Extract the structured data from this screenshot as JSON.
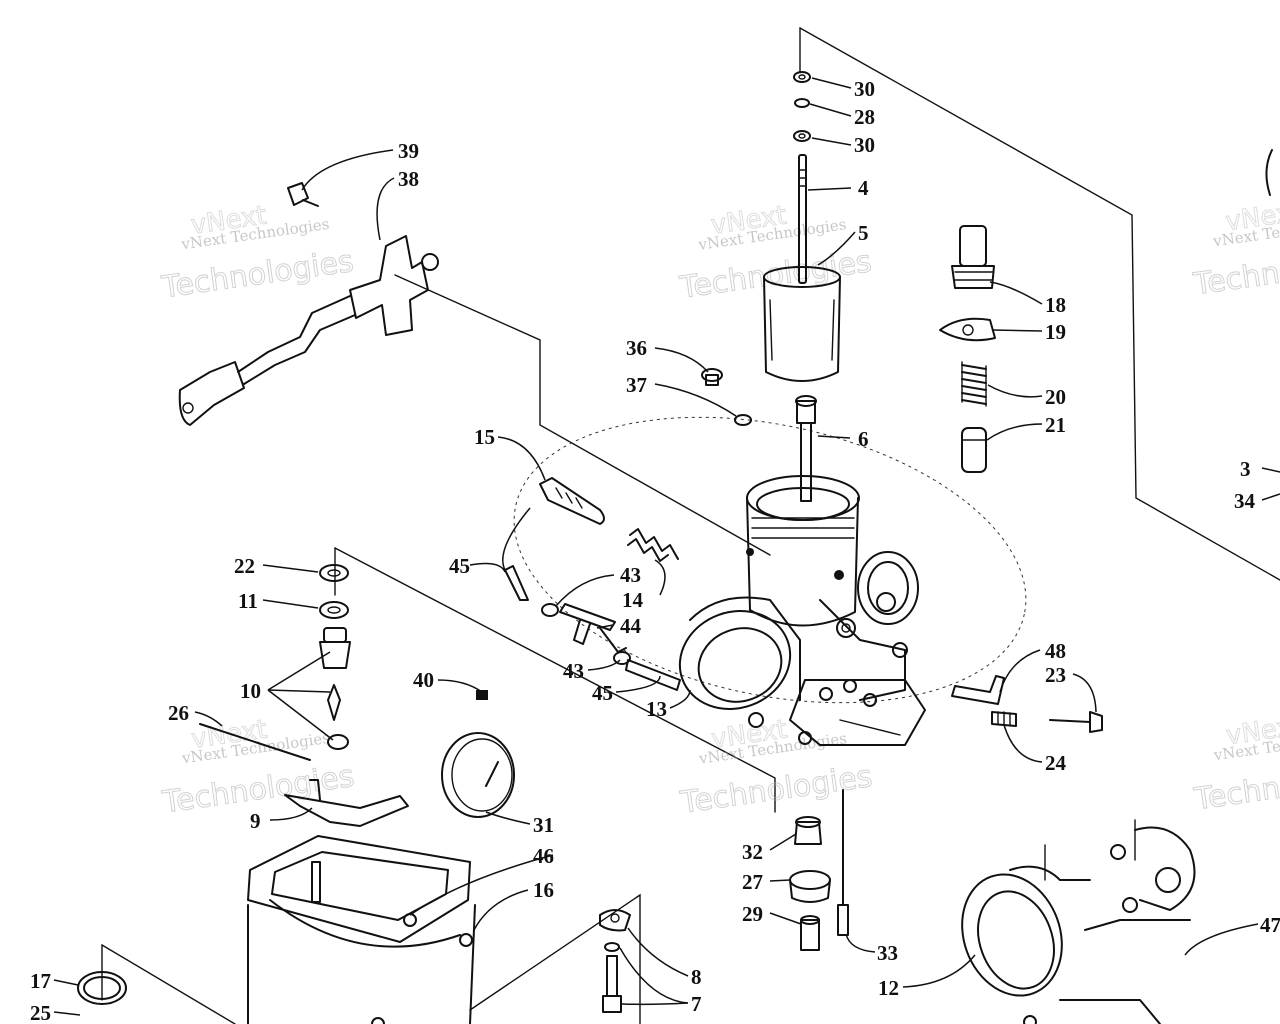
{
  "watermark": {
    "company_line": "vNext Technologies",
    "big_line": "Technologies",
    "ghost_line": "vNext"
  },
  "callouts": [
    {
      "id": "c30a",
      "label": "30"
    },
    {
      "id": "c28",
      "label": "28"
    },
    {
      "id": "c30b",
      "label": "30"
    },
    {
      "id": "c4",
      "label": "4"
    },
    {
      "id": "c5",
      "label": "5"
    },
    {
      "id": "c39",
      "label": "39"
    },
    {
      "id": "c38",
      "label": "38"
    },
    {
      "id": "c18",
      "label": "18"
    },
    {
      "id": "c19",
      "label": "19"
    },
    {
      "id": "c20",
      "label": "20"
    },
    {
      "id": "c21",
      "label": "21"
    },
    {
      "id": "c36",
      "label": "36"
    },
    {
      "id": "c37",
      "label": "37"
    },
    {
      "id": "c6",
      "label": "6"
    },
    {
      "id": "c15",
      "label": "15"
    },
    {
      "id": "c3",
      "label": "3"
    },
    {
      "id": "c34",
      "label": "34"
    },
    {
      "id": "c22",
      "label": "22"
    },
    {
      "id": "c11",
      "label": "11"
    },
    {
      "id": "c45a",
      "label": "45"
    },
    {
      "id": "c43a",
      "label": "43"
    },
    {
      "id": "c14",
      "label": "14"
    },
    {
      "id": "c44",
      "label": "44"
    },
    {
      "id": "c43b",
      "label": "43"
    },
    {
      "id": "c45b",
      "label": "45"
    },
    {
      "id": "c10",
      "label": "10"
    },
    {
      "id": "c40",
      "label": "40"
    },
    {
      "id": "c48",
      "label": "48"
    },
    {
      "id": "c23",
      "label": "23"
    },
    {
      "id": "c26",
      "label": "26"
    },
    {
      "id": "c13",
      "label": "13"
    },
    {
      "id": "c24",
      "label": "24"
    },
    {
      "id": "c9",
      "label": "9"
    },
    {
      "id": "c31",
      "label": "31"
    },
    {
      "id": "c46",
      "label": "46"
    },
    {
      "id": "c16",
      "label": "16"
    },
    {
      "id": "c32",
      "label": "32"
    },
    {
      "id": "c27",
      "label": "27"
    },
    {
      "id": "c29",
      "label": "29"
    },
    {
      "id": "c33",
      "label": "33"
    },
    {
      "id": "c8",
      "label": "8"
    },
    {
      "id": "c7",
      "label": "7"
    },
    {
      "id": "c17",
      "label": "17"
    },
    {
      "id": "c25",
      "label": "25"
    },
    {
      "id": "c12",
      "label": "12"
    },
    {
      "id": "c47",
      "label": "47"
    }
  ]
}
